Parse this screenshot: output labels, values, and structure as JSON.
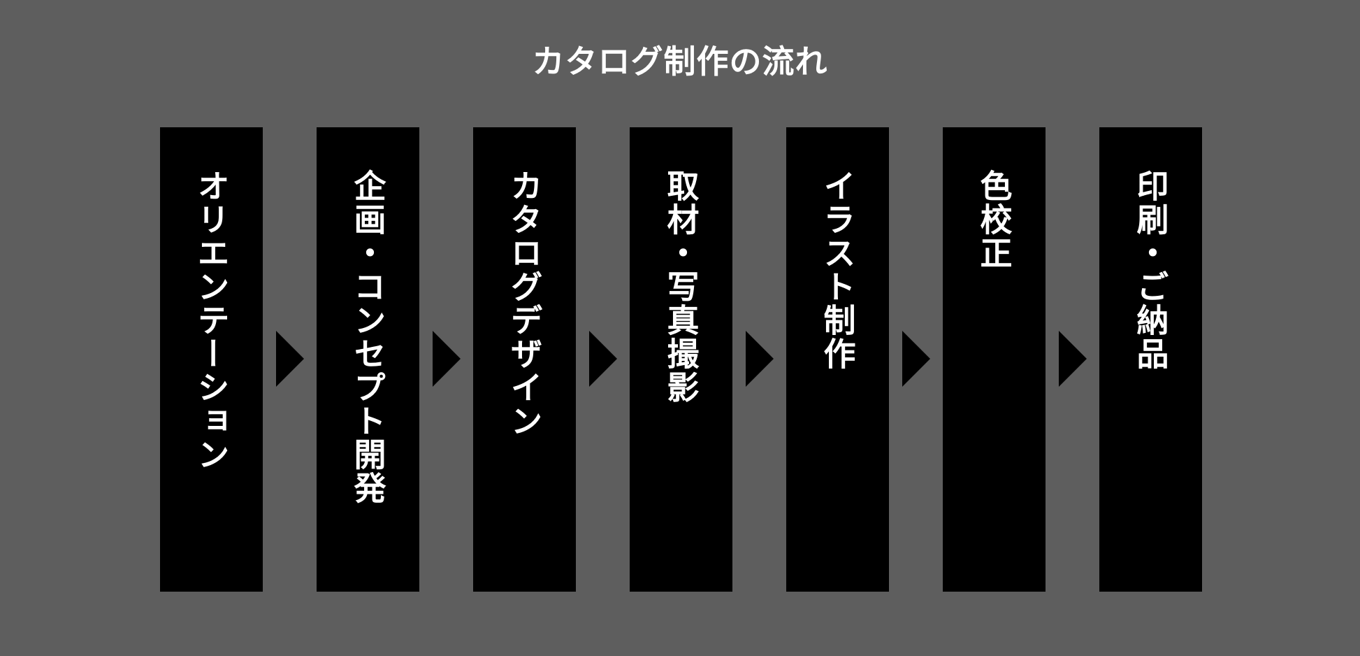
{
  "title": "カタログ制作の流れ",
  "steps": [
    {
      "label": "オリエンテーション"
    },
    {
      "label": "企画・コンセプト開発"
    },
    {
      "label": "カタログデザイン"
    },
    {
      "label": "取材・写真撮影"
    },
    {
      "label": "イラスト制作"
    },
    {
      "label": "色校正"
    },
    {
      "label": "印刷・ご納品"
    }
  ],
  "colors": {
    "background": "#5e5e5e",
    "box": "#000000",
    "text": "#ffffff",
    "arrow": "#000000"
  },
  "icons": [
    "arrow-right-icon"
  ]
}
